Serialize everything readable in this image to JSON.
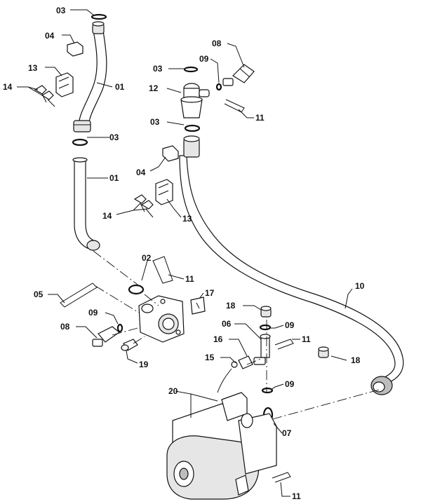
{
  "diagram": {
    "labels": {
      "l01a": "01",
      "l01b": "01",
      "l02": "02",
      "l03a": "03",
      "l03b": "03",
      "l03c": "03",
      "l03d": "03",
      "l04a": "04",
      "l04b": "04",
      "l05": "05",
      "l06": "06",
      "l07": "07",
      "l08a": "08",
      "l08b": "08",
      "l09a": "09",
      "l09b": "09",
      "l09c": "09",
      "l09d": "09",
      "l10": "10",
      "l11a": "11",
      "l11b": "11",
      "l11c": "11",
      "l11d": "11",
      "l12": "12",
      "l13a": "13",
      "l13b": "13",
      "l14a": "14",
      "l14b": "14",
      "l15": "15",
      "l16": "16",
      "l17": "17",
      "l18a": "18",
      "l18b": "18",
      "l19": "19",
      "l20": "20"
    }
  }
}
